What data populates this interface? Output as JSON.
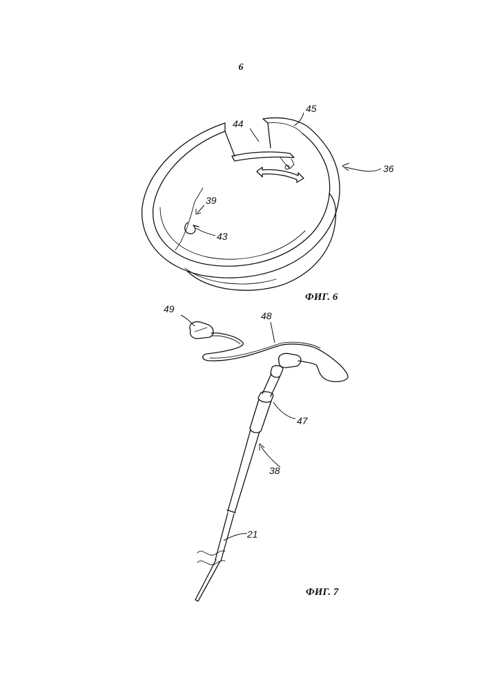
{
  "page_number": "6",
  "figure6": {
    "caption": "ФИГ. 6",
    "labels": {
      "ring": "45",
      "slot": "44",
      "assembly": "36",
      "notch": "39",
      "hook": "43"
    }
  },
  "figure7": {
    "caption": "ФИГ. 7",
    "labels": {
      "carabiner": "49",
      "cord": "48",
      "handle_collar": "47",
      "tool": "38",
      "rod": "21"
    }
  }
}
